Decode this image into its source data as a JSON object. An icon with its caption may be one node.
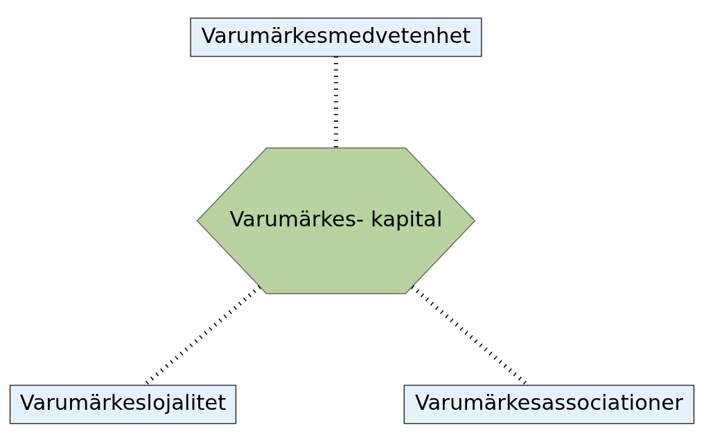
{
  "diagram": {
    "nodes": [
      {
        "text": [
          "Varumärkesmedvetenhet"
        ]
      },
      {
        "text": [
          "Varumärkes- kapital"
        ]
      },
      {
        "text": [
          "Varumärkeslojalitet"
        ]
      },
      {
        "text": [
          "Varumärkesassociationer"
        ]
      }
    ],
    "edges": [
      {
        "from": 0,
        "to": 1,
        "arrow": "none"
      },
      {
        "from": 1,
        "to": 2,
        "arrow": "none"
      },
      {
        "from": 1,
        "to": 3,
        "arrow": "none"
      }
    ]
  }
}
